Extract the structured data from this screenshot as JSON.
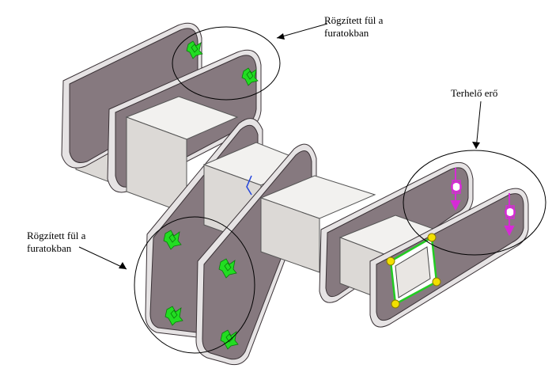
{
  "annotations": {
    "fixed_top": [
      "Rögzített fül a",
      "furatokban"
    ],
    "load": "Terhelő erő",
    "fixed_left": [
      "Rögzített fül a",
      "furatokban"
    ]
  },
  "colors": {
    "plate": "#86797f",
    "plate_edge": "#3a3236",
    "plate_rim": "#e6e3e4",
    "beam_light": "#f0eeec",
    "beam_mid": "#dcd9d6",
    "beam_dark": "#c9c5c1",
    "fixture_green": "#22dd22",
    "load_magenta": "#d62ad6",
    "face_yellow": "#f2e000",
    "face_green": "#22cc22",
    "callout_line": "#000000"
  }
}
